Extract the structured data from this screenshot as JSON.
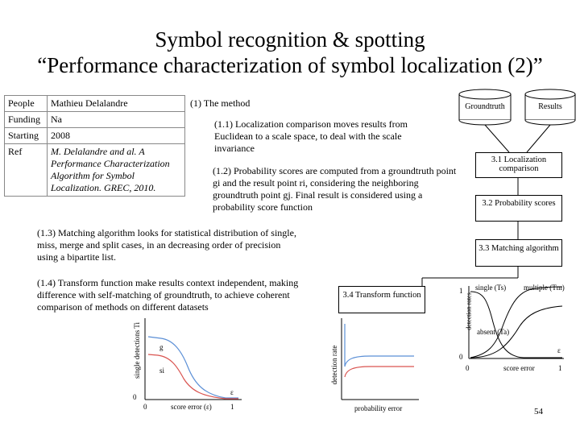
{
  "slide": {
    "title_line1": "Symbol recognition & spotting",
    "title_line2": "“Performance characterization of symbol localization (2)”",
    "page_number": "54"
  },
  "info_table": [
    {
      "label": "People",
      "value": "Mathieu Delalandre"
    },
    {
      "label": "Funding",
      "value": "Na"
    },
    {
      "label": "Starting",
      "value": "2008"
    },
    {
      "label": "Ref",
      "value": "M. Delalandre and al. A Performance Characterization Algorithm for Symbol Localization. GREC, 2010."
    }
  ],
  "method": {
    "heading": "(1) The method",
    "p1": "(1.1) Localization comparison moves results from Euclidean to a scale space, to deal with the scale invariance",
    "p2": "(1.2) Probability scores are computed from a groundtruth point gi and the result point ri, considering the neighboring groundtruth point gj. Final result is considered using a probability score function",
    "p3": "(1.3) Matching algorithm looks for statistical distribution of single, miss, merge and split cases, in an decreasing order of precision using a bipartite list.",
    "p4": "(1.4) Transform function make results context independent, making difference with self-matching of groundtruth, to achieve coherent comparison of methods on different datasets"
  },
  "flow": {
    "groundtruth": "Groundtruth",
    "results": "Results",
    "step1": "3.1 Localization comparison",
    "step2": "3.2 Probability scores",
    "step3": "3.3 Matching algorithm",
    "step4": "3.4 Transform function"
  },
  "plot_left": {
    "ylabel": "single detections Ti",
    "xlabel": "score error (ε)",
    "x_start": "0",
    "x_end": "1",
    "y_start": "0",
    "curve_g": "g",
    "curve_s": "si",
    "eps": "ε"
  },
  "plot_mid": {
    "ylabel": "detection rate",
    "xlabel": "probability error"
  },
  "plot_right": {
    "ylabel": "detection rates",
    "label_single": "single (Ts)",
    "label_multiple": "multiple (Tm)",
    "label_absent": "absent (Ta)",
    "xlabel": "score error",
    "x_start": "0",
    "x_end": "1",
    "y_top": "1",
    "y_bottom": "0",
    "eps": "ε"
  },
  "colors": {
    "curve_blue": "#5b8fd6",
    "curve_red": "#d9534f"
  }
}
